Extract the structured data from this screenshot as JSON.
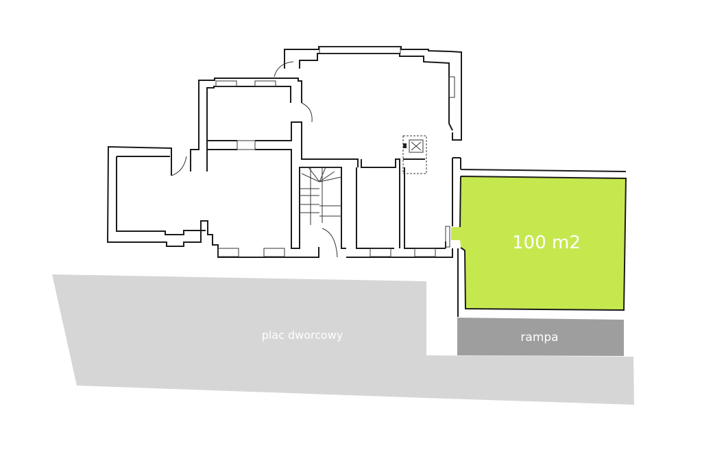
{
  "plan": {
    "area_label": "100 m2",
    "ramp_label": "rampa",
    "square_label": "plac dworcowy",
    "colors": {
      "highlight": "#c6e84f",
      "ramp": "#9e9e9e",
      "square": "#d6d6d6",
      "walls": "#1a1a1a"
    }
  }
}
